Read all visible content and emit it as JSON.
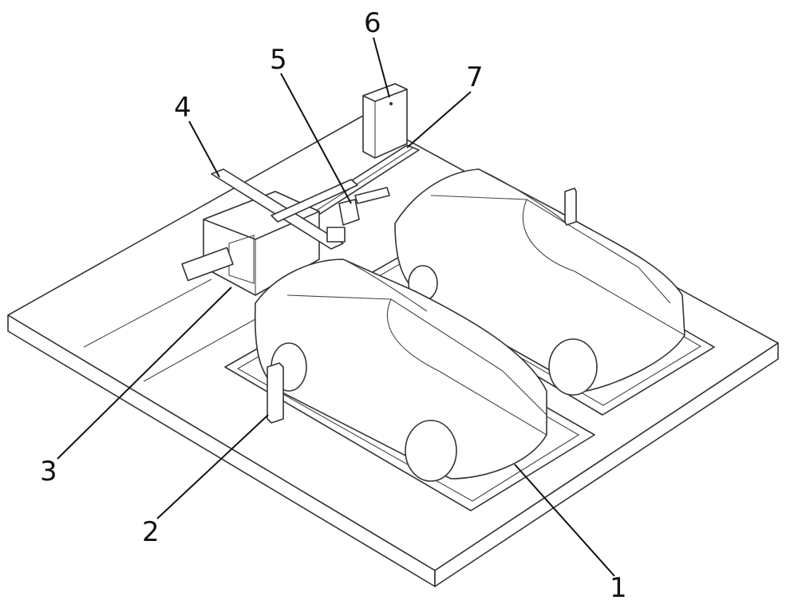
{
  "figure": {
    "labels": [
      {
        "id": "1",
        "text": "1"
      },
      {
        "id": "2",
        "text": "2"
      },
      {
        "id": "3",
        "text": "3"
      },
      {
        "id": "4",
        "text": "4"
      },
      {
        "id": "5",
        "text": "5"
      },
      {
        "id": "6",
        "text": "6"
      },
      {
        "id": "7",
        "text": "7"
      }
    ]
  }
}
